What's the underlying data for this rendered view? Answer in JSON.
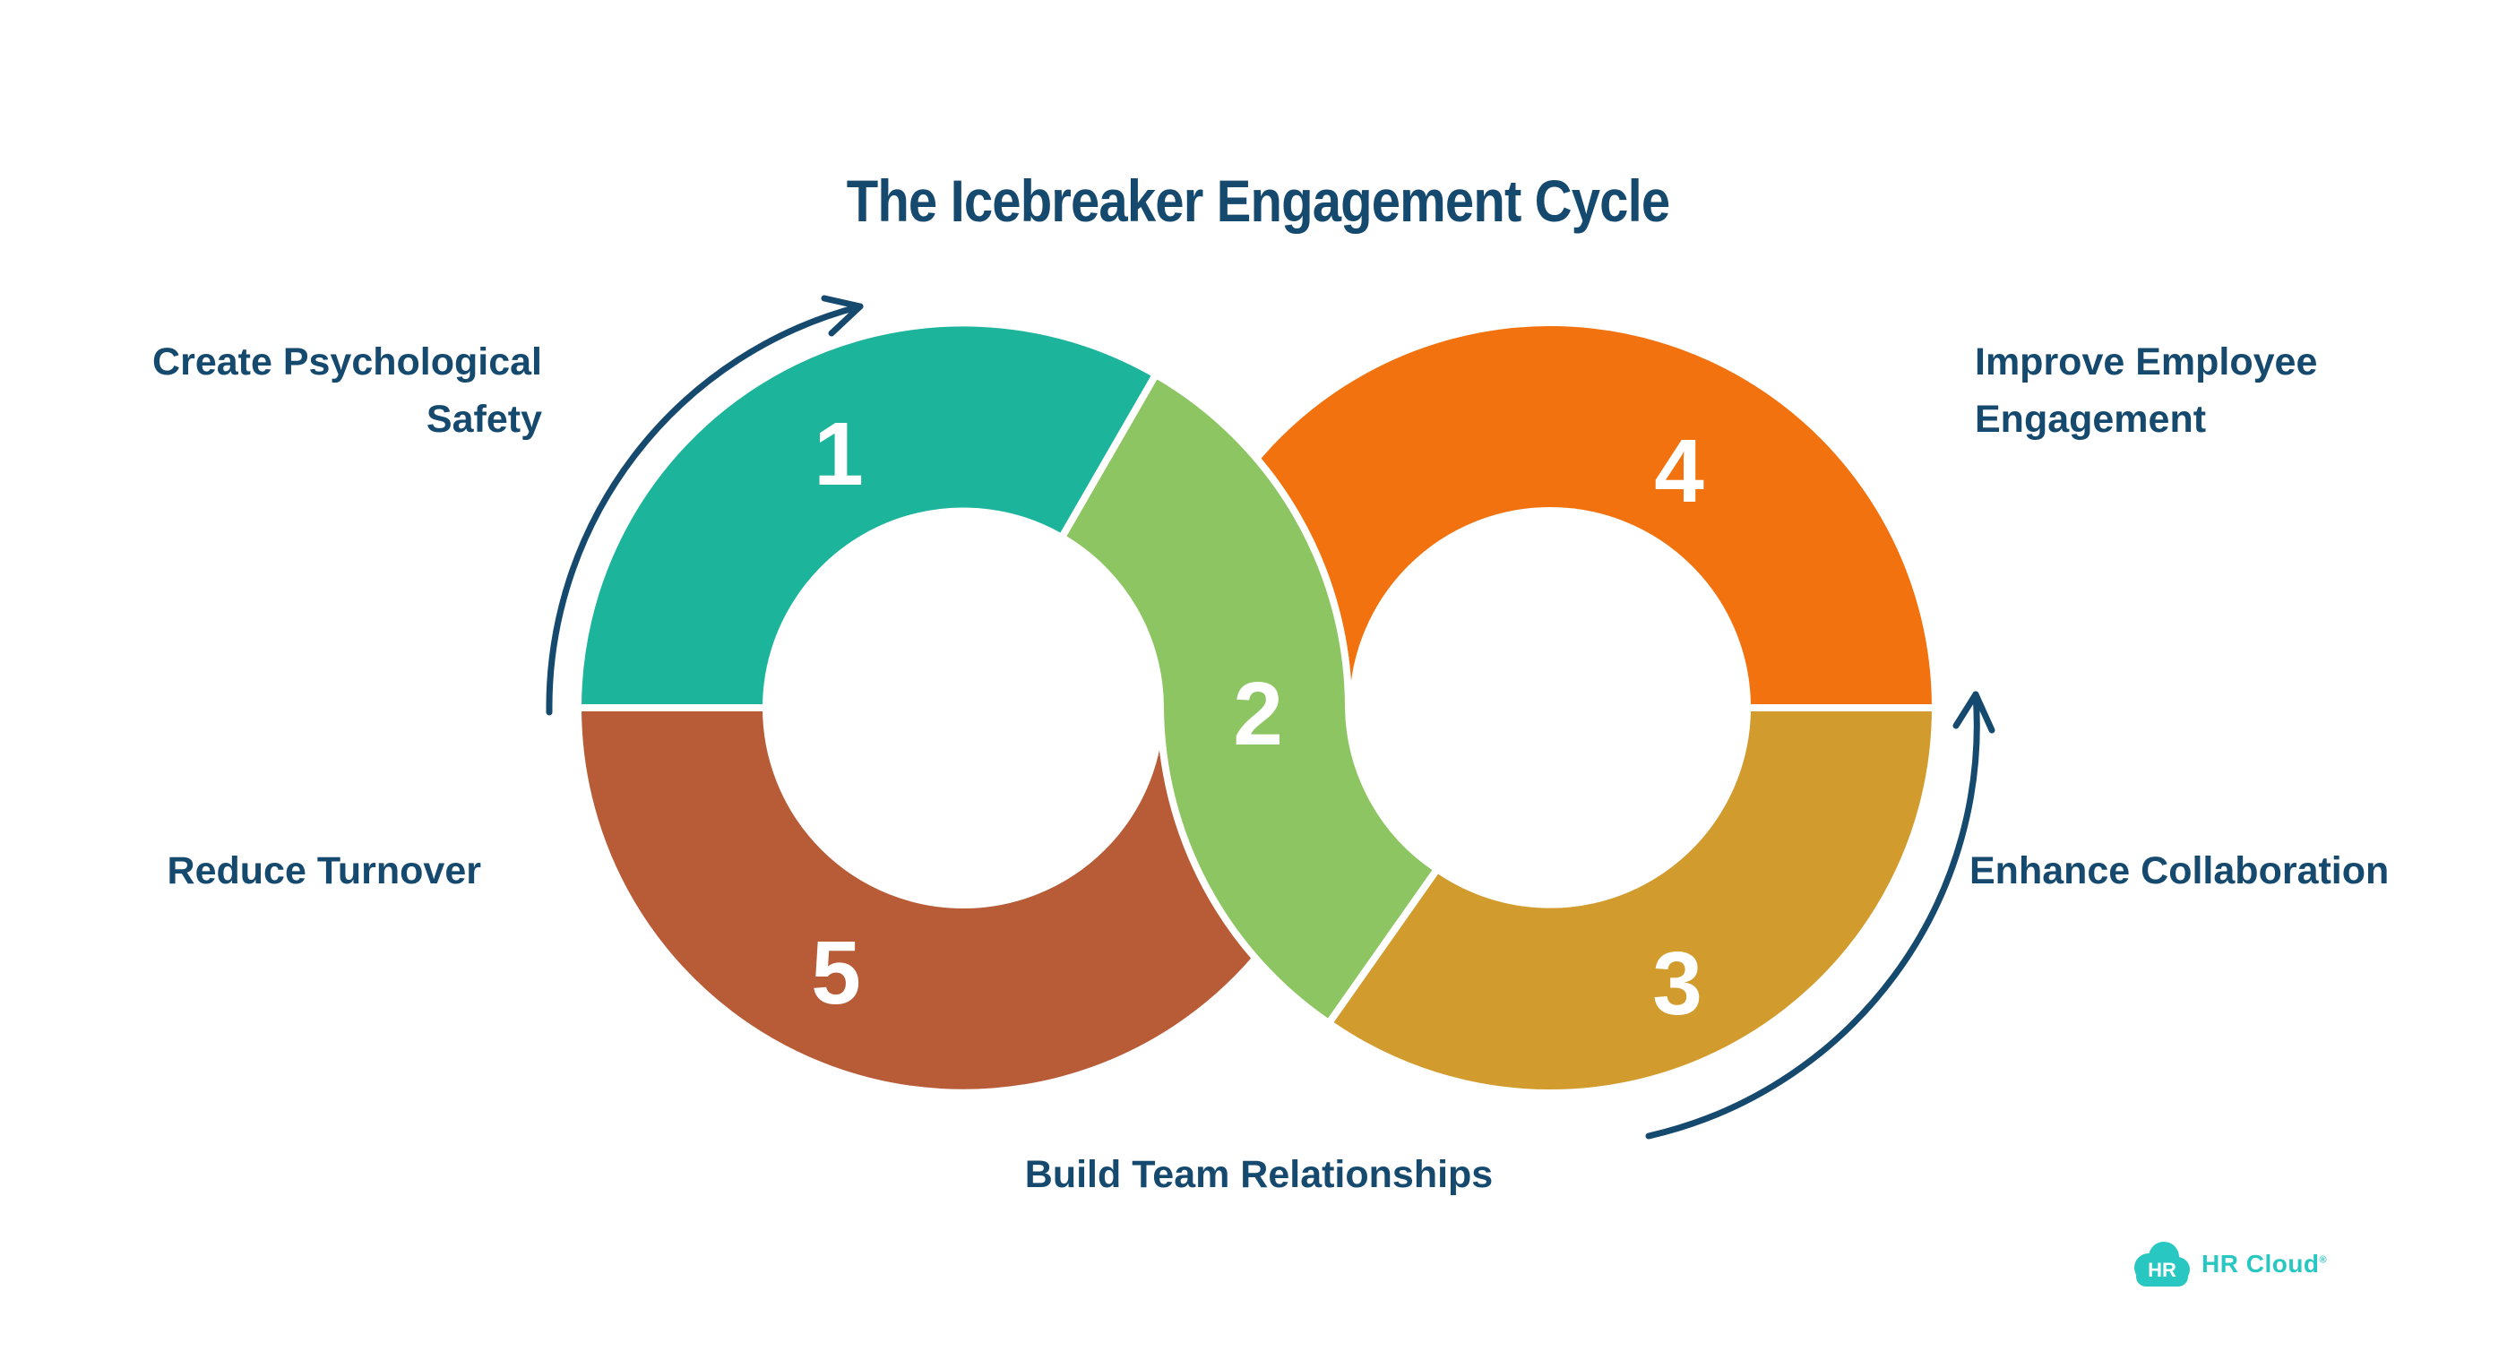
{
  "title": "The Icebreaker Engagement Cycle",
  "diagram_type": "infinity-loop-cycle",
  "steps": [
    {
      "number": "1",
      "label": "Create Psychological Safety",
      "color": "#1CB49B"
    },
    {
      "number": "2",
      "label": "Build Team Relationships",
      "color": "#8CC561"
    },
    {
      "number": "3",
      "label": "Enhance Collaboration",
      "color": "#D29B2D"
    },
    {
      "number": "4",
      "label": "Improve Employee Engagement",
      "color": "#F1720E"
    },
    {
      "number": "5",
      "label": "Reduce Turnover",
      "color": "#B85C38"
    }
  ],
  "annotations": {
    "top_left_line1": "Create Psychological",
    "top_left_line2": "Safety",
    "top_right_line1": "Improve Employee",
    "top_right_line2": "Engagement",
    "left": "Reduce Turnover",
    "right": "Enhance Collaboration",
    "bottom": "Build Team Relationships"
  },
  "colors": {
    "navy": "#15496E",
    "teal": "#1CB49B",
    "green": "#8CC561",
    "gold": "#D29B2D",
    "orange": "#F1720E",
    "rust": "#B85C38",
    "logo_teal": "#29C7C1",
    "background": "#FFFFFF"
  },
  "logo": {
    "badge_text": "HR",
    "wordmark": "HR Cloud",
    "registered": "®"
  }
}
